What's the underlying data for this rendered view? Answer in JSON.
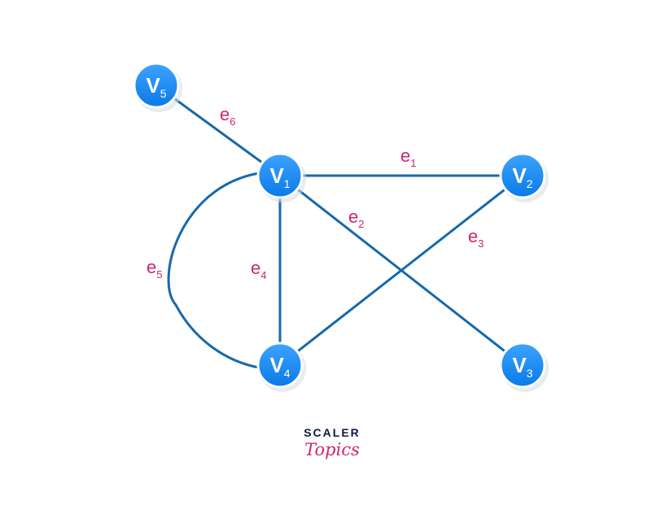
{
  "colors": {
    "edge": "#1769aa",
    "node_fill_top": "#3da3ff",
    "node_fill_bottom": "#0a7ae6",
    "edge_label": "#d0246e",
    "logo_dark": "#0f1b3d",
    "logo_accent": "#d0246e"
  },
  "nodes": [
    {
      "id": "v1",
      "letter": "V",
      "sub": "1"
    },
    {
      "id": "v2",
      "letter": "V",
      "sub": "2"
    },
    {
      "id": "v3",
      "letter": "V",
      "sub": "3"
    },
    {
      "id": "v4",
      "letter": "V",
      "sub": "4"
    },
    {
      "id": "v5",
      "letter": "V",
      "sub": "5"
    }
  ],
  "edges": [
    {
      "id": "e1",
      "from": "v1",
      "to": "v2",
      "letter": "e",
      "sub": "1"
    },
    {
      "id": "e2",
      "from": "v1",
      "to": "v3",
      "letter": "e",
      "sub": "2"
    },
    {
      "id": "e3",
      "from": "v2",
      "to": "v4",
      "letter": "e",
      "sub": "3"
    },
    {
      "id": "e4",
      "from": "v1",
      "to": "v4",
      "letter": "e",
      "sub": "4"
    },
    {
      "id": "e5",
      "from": "v1",
      "to": "v4",
      "letter": "e",
      "sub": "5"
    },
    {
      "id": "e6",
      "from": "v5",
      "to": "v1",
      "letter": "e",
      "sub": "6"
    }
  ],
  "logo": {
    "top": "SCALER",
    "bottom": "Topics"
  }
}
